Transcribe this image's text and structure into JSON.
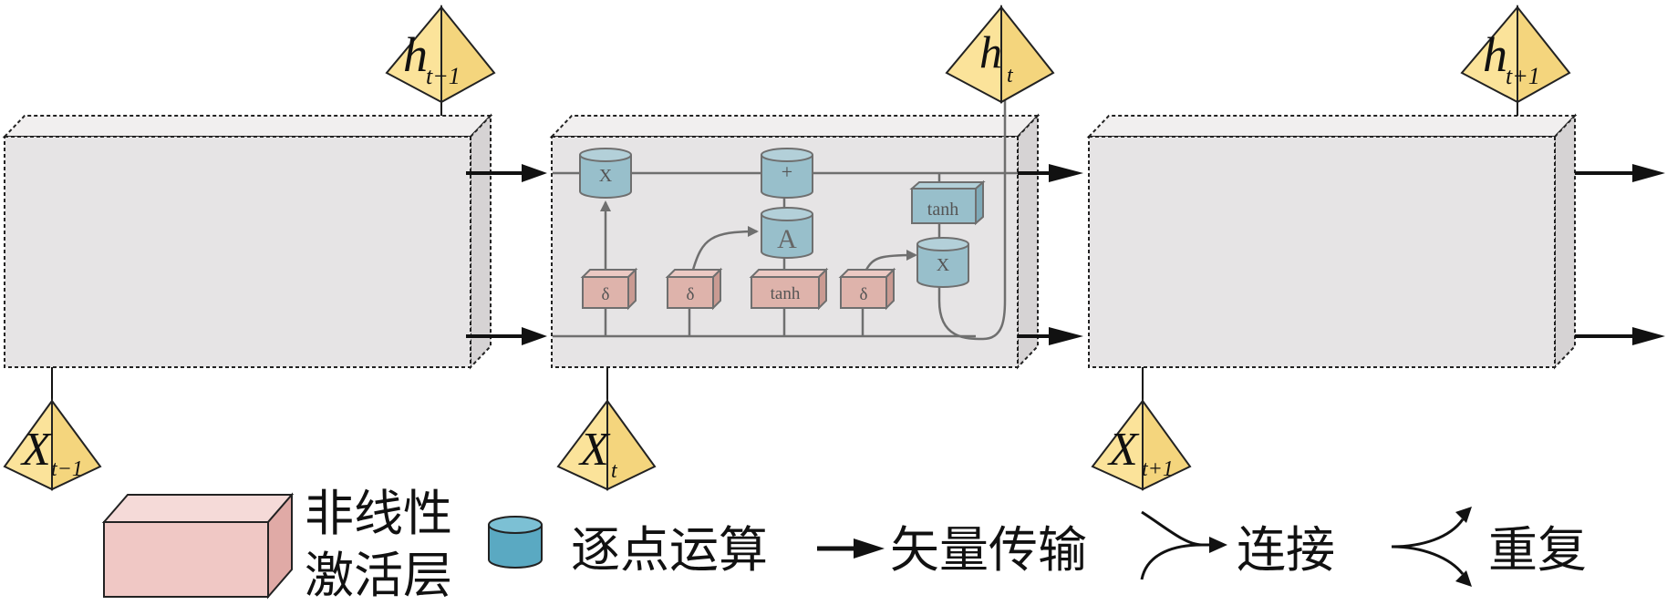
{
  "nodes": {
    "h_prev": {
      "base": "h",
      "sub": "t−1"
    },
    "h_curr": {
      "base": "h",
      "sub": "t"
    },
    "h_next": {
      "base": "h",
      "sub": "t+1"
    },
    "x_prev": {
      "base": "X",
      "sub": "t−1"
    },
    "x_curr": {
      "base": "X",
      "sub": "t"
    },
    "x_next": {
      "base": "X",
      "sub": "t+1"
    }
  },
  "ops": {
    "mult_top": "X",
    "add_top": "+",
    "gate_a": "A",
    "tanh_out": "tanh",
    "mult_out": "X",
    "sigma_1": "δ",
    "sigma_2": "δ",
    "tanh_layer": "tanh",
    "sigma_3": "δ"
  },
  "legend": {
    "nonlinear_line1": "非线性",
    "nonlinear_line2": "激活层",
    "pointwise": "逐点运算",
    "vector_transfer": "矢量传输",
    "concat": "连接",
    "copy": "重复"
  },
  "colors": {
    "cell_fill": "#e6e4e5",
    "node_fill": "#fbe39a",
    "op_blue": "#98bfcb",
    "layer_pink": "#deb3ab",
    "legend_pink": "#f0c8c5",
    "legend_blue": "#5aa9c2"
  }
}
